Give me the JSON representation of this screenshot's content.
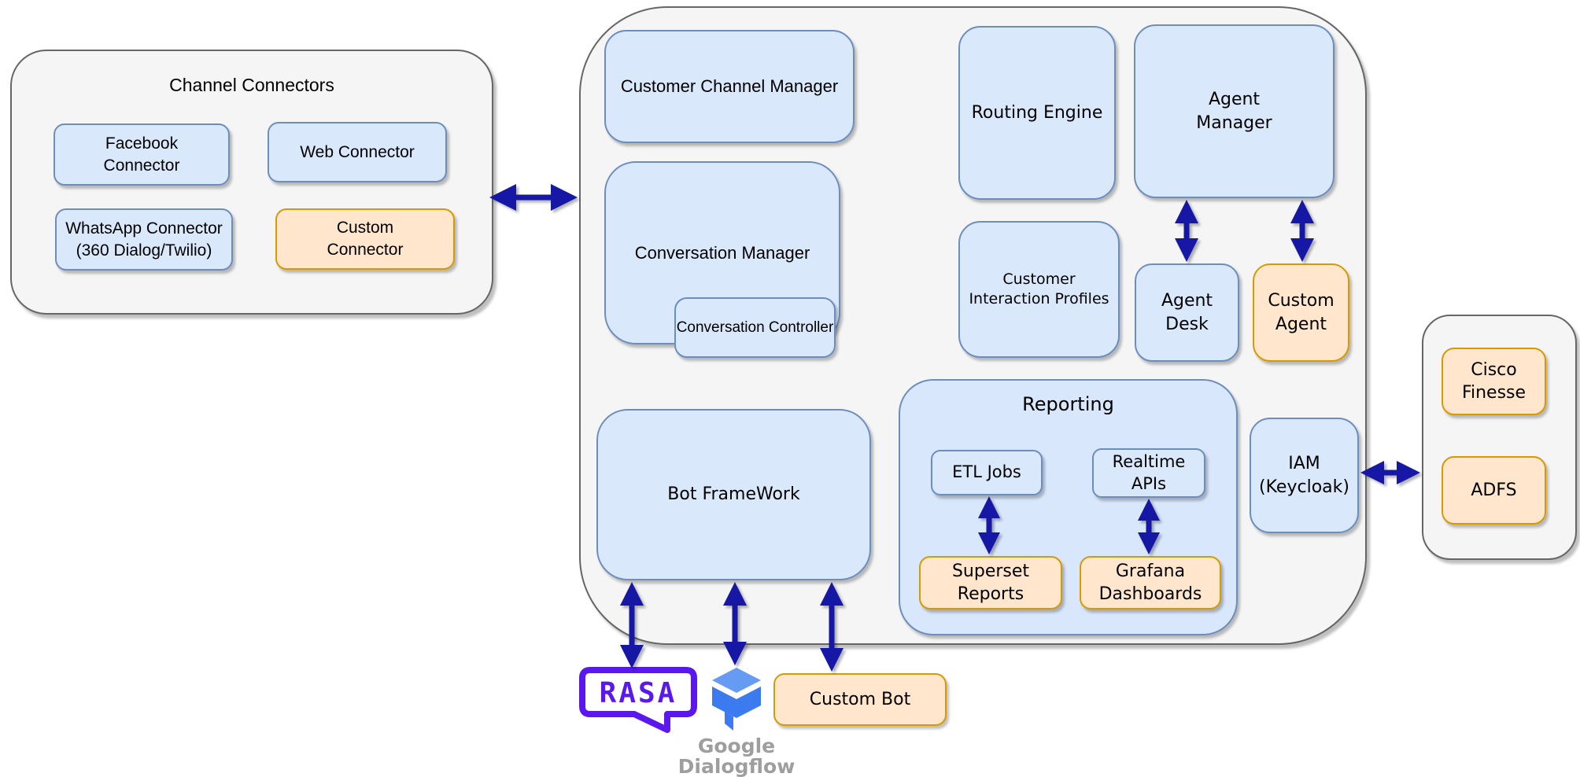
{
  "groups": {
    "channel_connectors_title": "Channel Connectors",
    "reporting_title": "Reporting"
  },
  "nodes": {
    "facebook_connector": "Facebook\nConnector",
    "web_connector": "Web Connector",
    "whatsapp_connector": "WhatsApp Connector\n(360 Dialog/Twilio)",
    "custom_connector": "Custom\nConnector",
    "customer_channel_manager": "Customer Channel Manager",
    "routing_engine": "Routing Engine",
    "agent_manager": "Agent\nManager",
    "conversation_manager": "Conversation Manager",
    "conversation_controller": "Conversation Controller",
    "customer_interaction_profiles": "Customer\nInteraction Profiles",
    "agent_desk": "Agent\nDesk",
    "custom_agent": "Custom\nAgent",
    "etl_jobs": "ETL Jobs",
    "realtime_apis": "Realtime\nAPIs",
    "superset_reports": "Superset\nReports",
    "grafana_dashboards": "Grafana\nDashboards",
    "bot_framework": "Bot FrameWork",
    "iam_keycloak": "IAM\n(Keycloak)",
    "cisco_finesse": "Cisco\nFinesse",
    "adfs": "ADFS",
    "custom_bot": "Custom Bot"
  },
  "logos": {
    "rasa_text": "RASA",
    "dialogflow_caption": "Google\nDialogflow"
  },
  "colors": {
    "node_blue_fill": "#dae8fc",
    "node_blue_border": "#6c8ebf",
    "node_orange_fill": "#ffe6cc",
    "node_orange_border": "#d79b00",
    "group_fill": "#f5f5f5",
    "group_border": "#666666",
    "arrow_navy": "#1717a6",
    "rasa_purple": "#5a17ee",
    "dialogflow_blue": "#3b7bef",
    "dialogflow_blue_light": "#669bf4",
    "caption_gray": "#9e9e9e"
  }
}
